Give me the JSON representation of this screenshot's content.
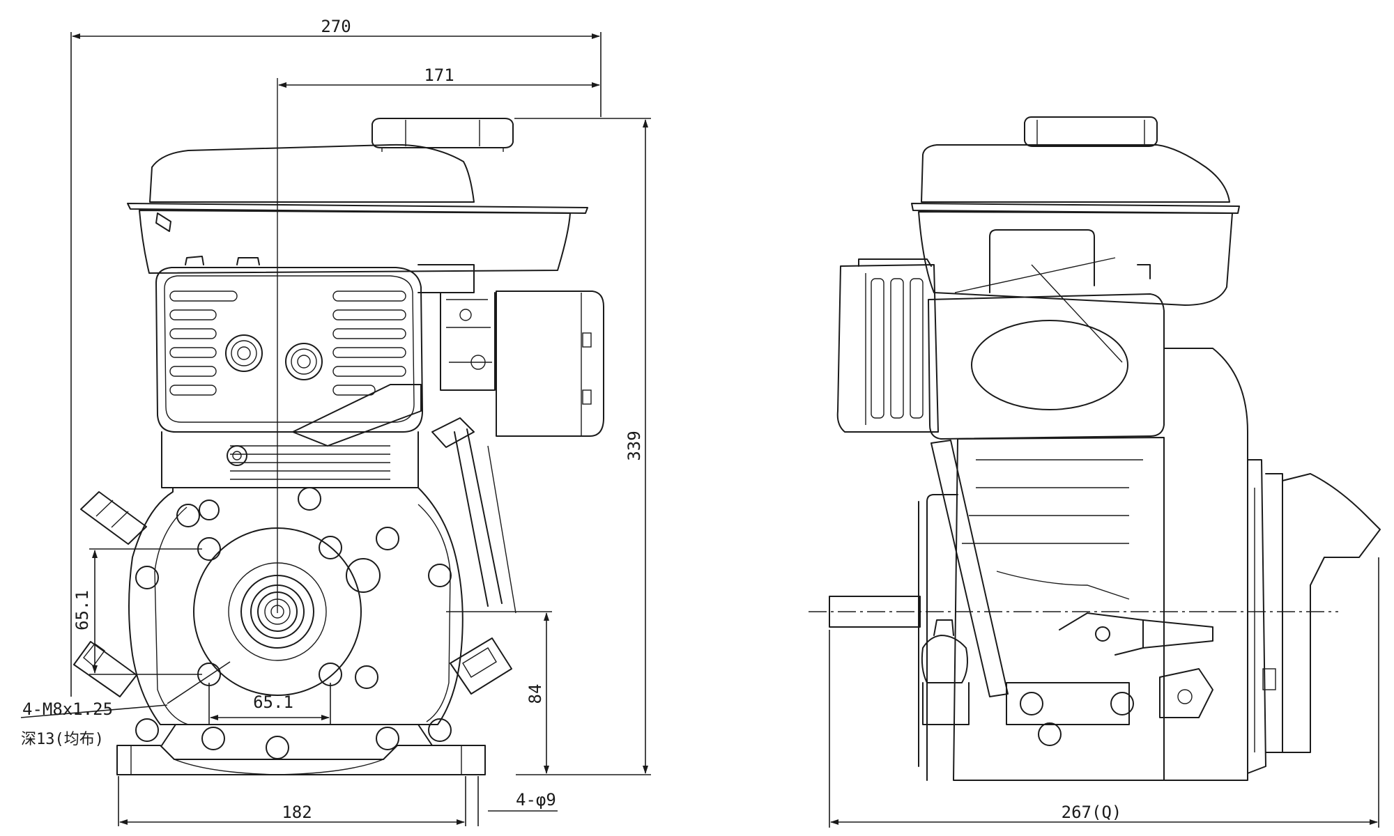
{
  "dimensions": {
    "overall_width": "270",
    "shaft_offset": "171",
    "overall_height": "339",
    "bolt_vertical": "65.1",
    "bolt_horizontal": "65.1",
    "shaft_height": "84",
    "base_width": "182",
    "base_holes": "4-φ9",
    "side_length": "267(Q)"
  },
  "annotations": {
    "thread_spec": "4-M8x1.25",
    "thread_depth": "深13(均布)"
  }
}
